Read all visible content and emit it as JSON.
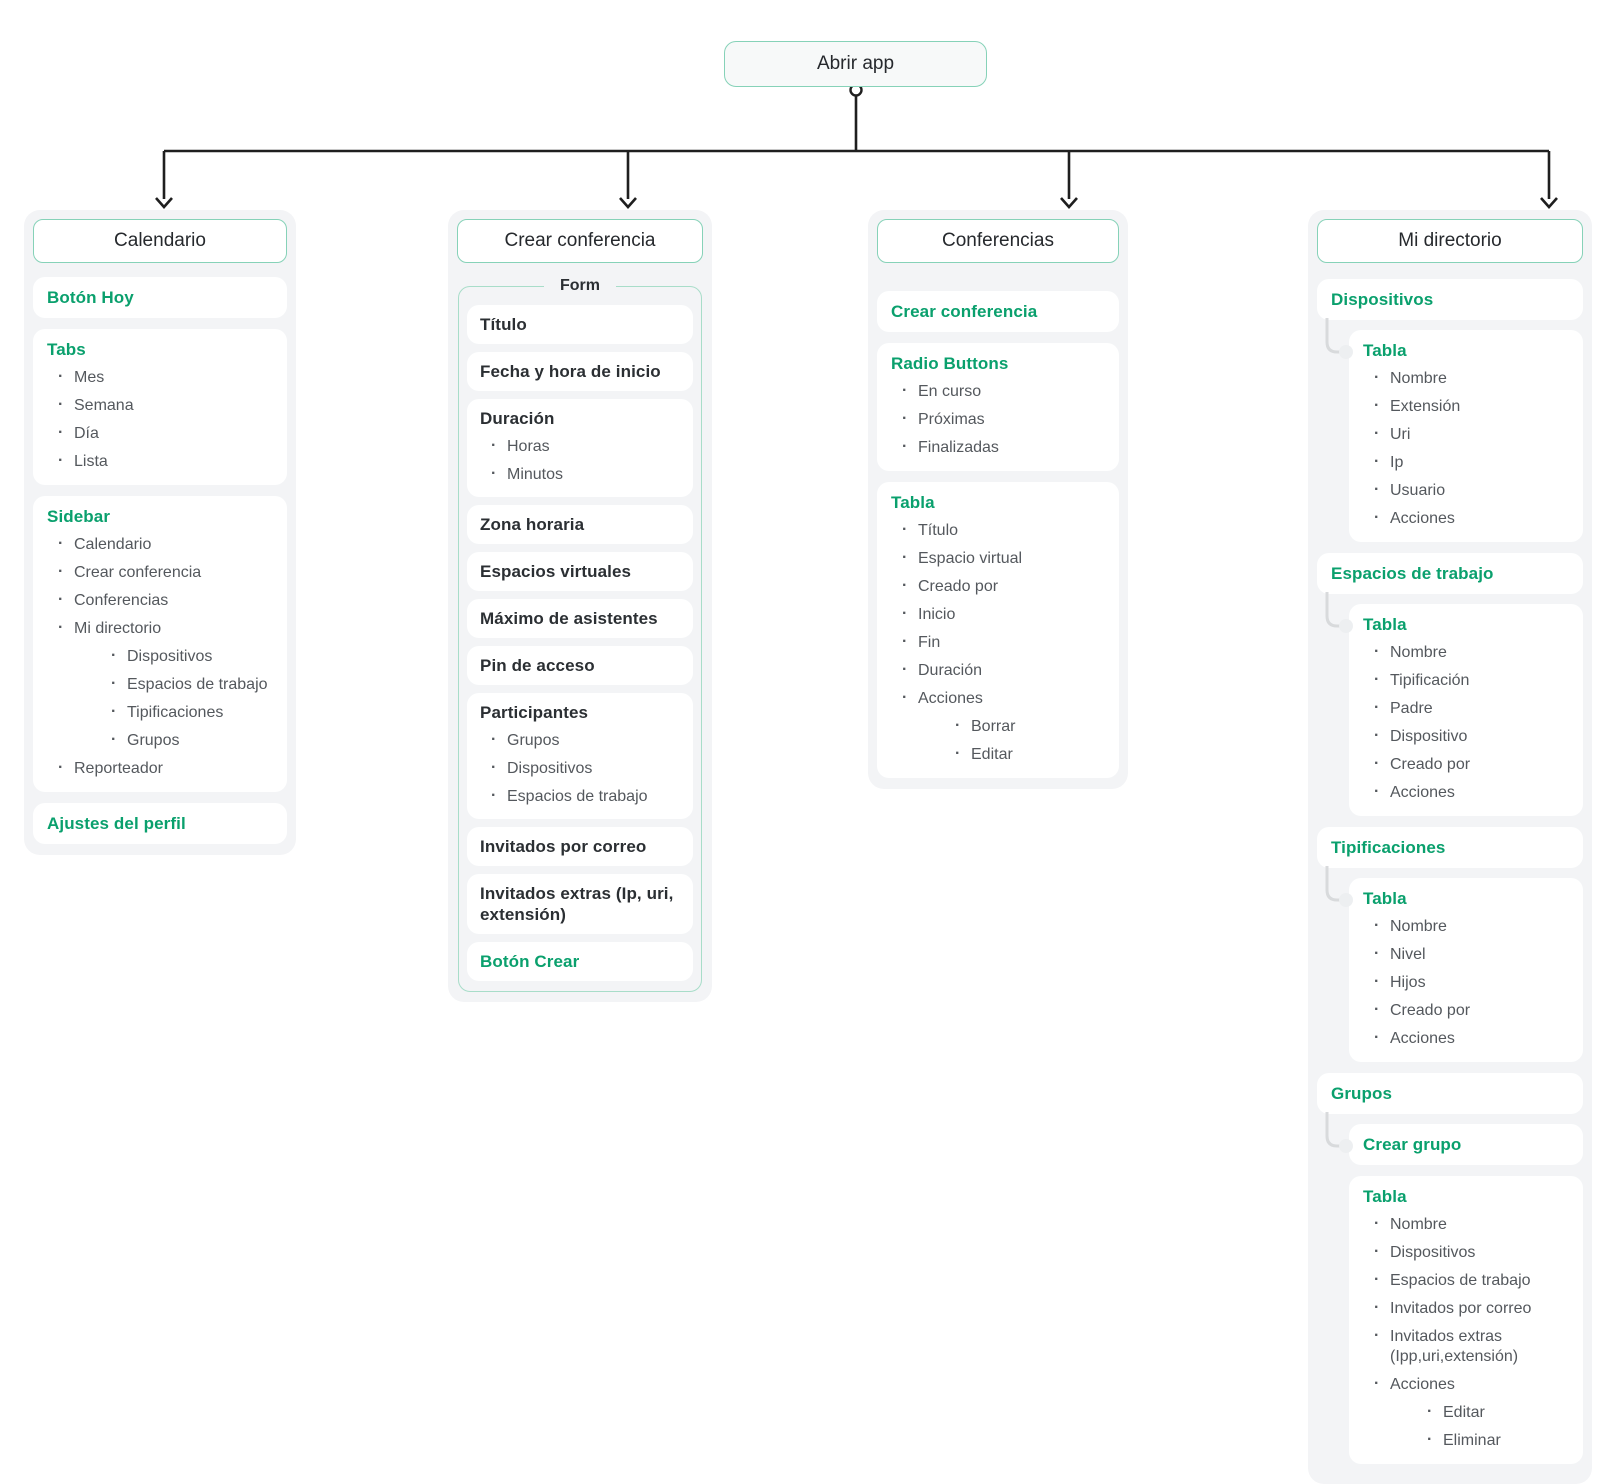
{
  "diagram": {
    "root_label": "Abrir app"
  },
  "colors": {
    "accent_green": "#0aa06d",
    "header_border_green": "#86d2b8",
    "form_border_green": "#a8ddc9",
    "column_bg": "#f3f4f6",
    "card_bg": "#ffffff",
    "line_black": "#1f1f1f",
    "connector_gray": "#d8dadc",
    "text_dark": "#26292d",
    "text_gray": "#54585d"
  },
  "calendario": {
    "title": "Calendario",
    "boton_hoy": "Botón Hoy",
    "tabs": {
      "label": "Tabs",
      "items": [
        "Mes",
        "Semana",
        "Día",
        "Lista"
      ]
    },
    "sidebar": {
      "label": "Sidebar",
      "items_before": [
        "Calendario",
        "Crear conferencia",
        "Conferencias"
      ],
      "mi_directorio": "Mi directorio",
      "mi_directorio_children": [
        "Dispositivos",
        "Espacios de trabajo",
        "Tipificaciones",
        "Grupos"
      ],
      "items_after": [
        "Reporteador"
      ]
    },
    "ajustes_del_perfil": "Ajustes del perfil"
  },
  "crear_conferencia": {
    "title": "Crear conferencia",
    "form_legend": "Form",
    "titulo": "Título",
    "fecha_inicio": "Fecha y hora de inicio",
    "duracion": {
      "label": "Duración",
      "items": [
        "Horas",
        "Minutos"
      ]
    },
    "zona_horaria": "Zona horaria",
    "espacios_virtuales": "Espacios virtuales",
    "maximo_asistentes": "Máximo de asistentes",
    "pin_acceso": "Pin de acceso",
    "participantes": {
      "label": "Participantes",
      "items": [
        "Grupos",
        "Dispositivos",
        "Espacios de trabajo"
      ]
    },
    "invitados_correo": "Invitados por correo",
    "invitados_extras": "Invitados extras (Ip, uri, extensión)",
    "boton_crear": "Botón Crear"
  },
  "conferencias": {
    "title": "Conferencias",
    "crear_conferencia": "Crear conferencia",
    "radio_buttons": {
      "label": "Radio Buttons",
      "items": [
        "En curso",
        "Próximas",
        "Finalizadas"
      ]
    },
    "tabla": {
      "label": "Tabla",
      "items": [
        "Título",
        "Espacio virtual",
        "Creado por",
        "Inicio",
        "Fin",
        "Duración"
      ],
      "acciones_label": "Acciones",
      "acciones_children": [
        "Borrar",
        "Editar"
      ]
    }
  },
  "mi_directorio": {
    "title": "Mi directorio",
    "dispositivos": {
      "label": "Dispositivos",
      "tabla_label": "Tabla",
      "tabla_items": [
        "Nombre",
        "Extensión",
        "Uri",
        "Ip",
        "Usuario",
        "Acciones"
      ]
    },
    "espacios_de_trabajo": {
      "label": "Espacios de trabajo",
      "tabla_label": "Tabla",
      "tabla_items": [
        "Nombre",
        "Tipificación",
        "Padre",
        "Dispositivo",
        "Creado por",
        "Acciones"
      ]
    },
    "tipificaciones": {
      "label": "Tipificaciones",
      "tabla_label": "Tabla",
      "tabla_items": [
        "Nombre",
        "Nivel",
        "Hijos",
        "Creado por",
        "Acciones"
      ]
    },
    "grupos": {
      "label": "Grupos",
      "crear_grupo": "Crear grupo",
      "tabla_label": "Tabla",
      "tabla_items": [
        "Nombre",
        "Dispositivos",
        "Espacios de trabajo",
        "Invitados por correo",
        "Invitados extras (Ipp,uri,extensión)"
      ],
      "acciones_label": "Acciones",
      "acciones_children": [
        "Editar",
        "Eliminar"
      ]
    }
  }
}
